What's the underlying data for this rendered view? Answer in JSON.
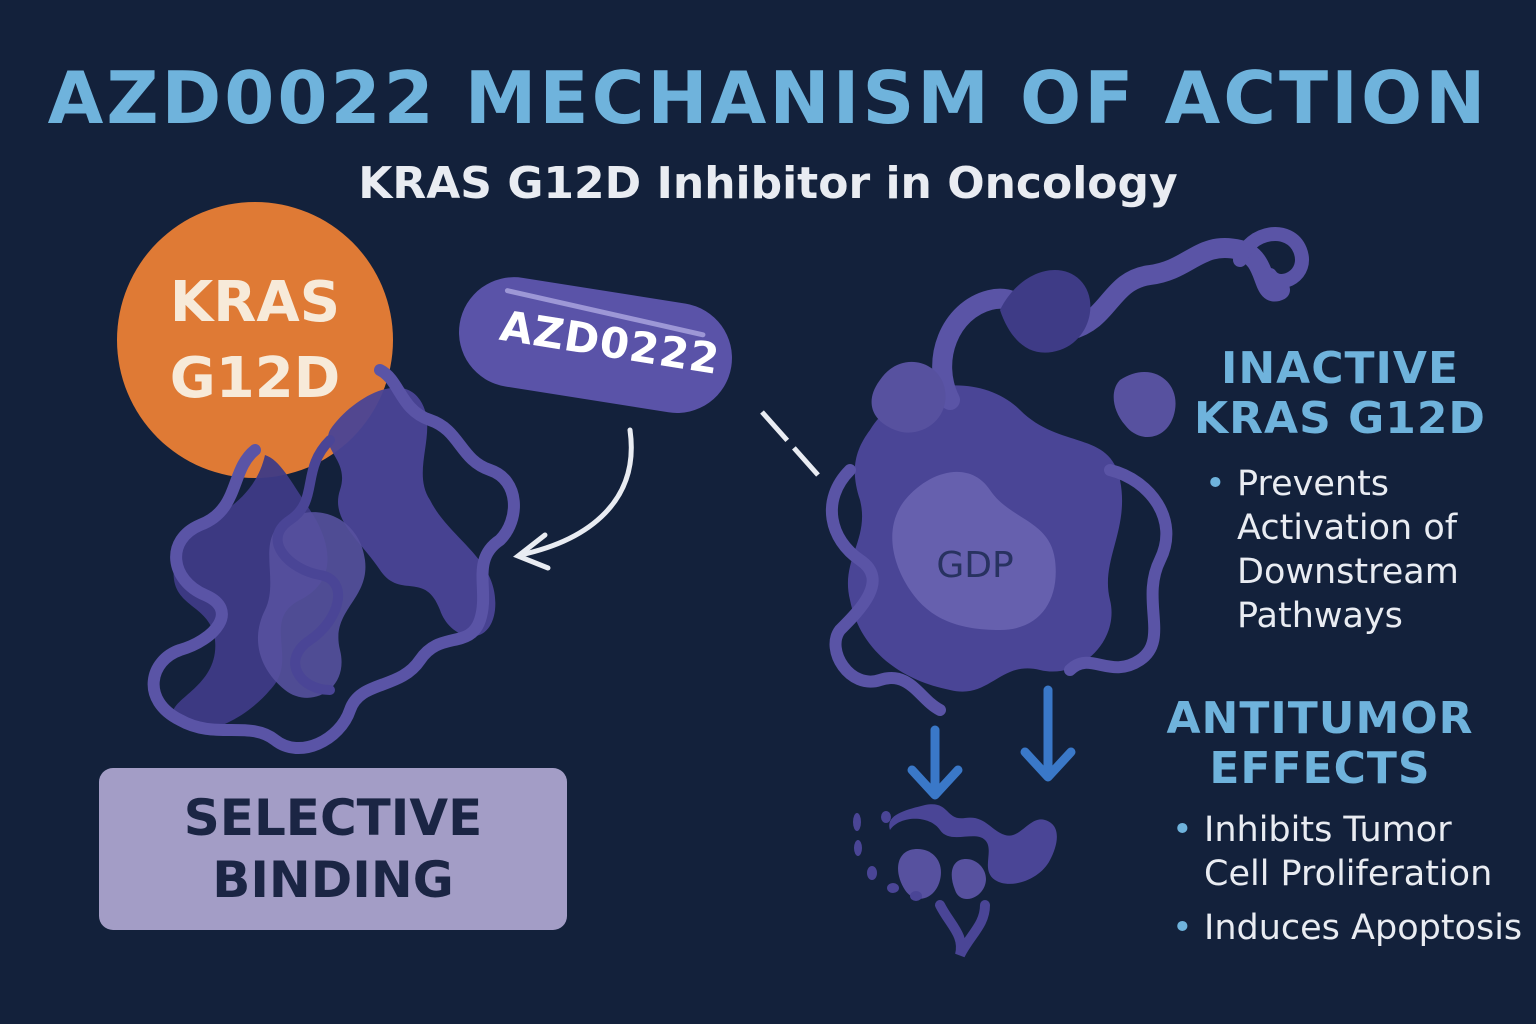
{
  "title": "AZD0022 MECHANISM OF ACTION",
  "subtitle": "KRAS G12D Inhibitor in Oncology",
  "kras_label": {
    "line1": "KRAS",
    "line2": "G12D"
  },
  "drug_label": "AZD0222",
  "gdp_label": "GDP",
  "selective_binding": {
    "line1": "SELECTIVE",
    "line2": "BINDING"
  },
  "inactive": {
    "heading_line1": "INACTIVE",
    "heading_line2": "KRAS G12D",
    "bullets": [
      {
        "line1": "Prevents",
        "line2": "Activation of",
        "line3": "Downstream",
        "line4": "Pathways"
      }
    ]
  },
  "antitumor": {
    "heading_line1": "ANTITUMOR",
    "heading_line2": "EFFECTS",
    "bullets": [
      {
        "line1": "Inhibits Tumor",
        "line2": "Cell Proliferation"
      },
      {
        "line1": "Induces Apoptosis"
      }
    ]
  },
  "colors": {
    "background": "#13213b",
    "accent_blue": "#6fb3dc",
    "kras_orange": "#df7a35",
    "protein_purple": "#5550a0",
    "protein_dark": "#3a3a80",
    "binding_box": "#a39dc6",
    "arrow_blue": "#3a78c8"
  }
}
